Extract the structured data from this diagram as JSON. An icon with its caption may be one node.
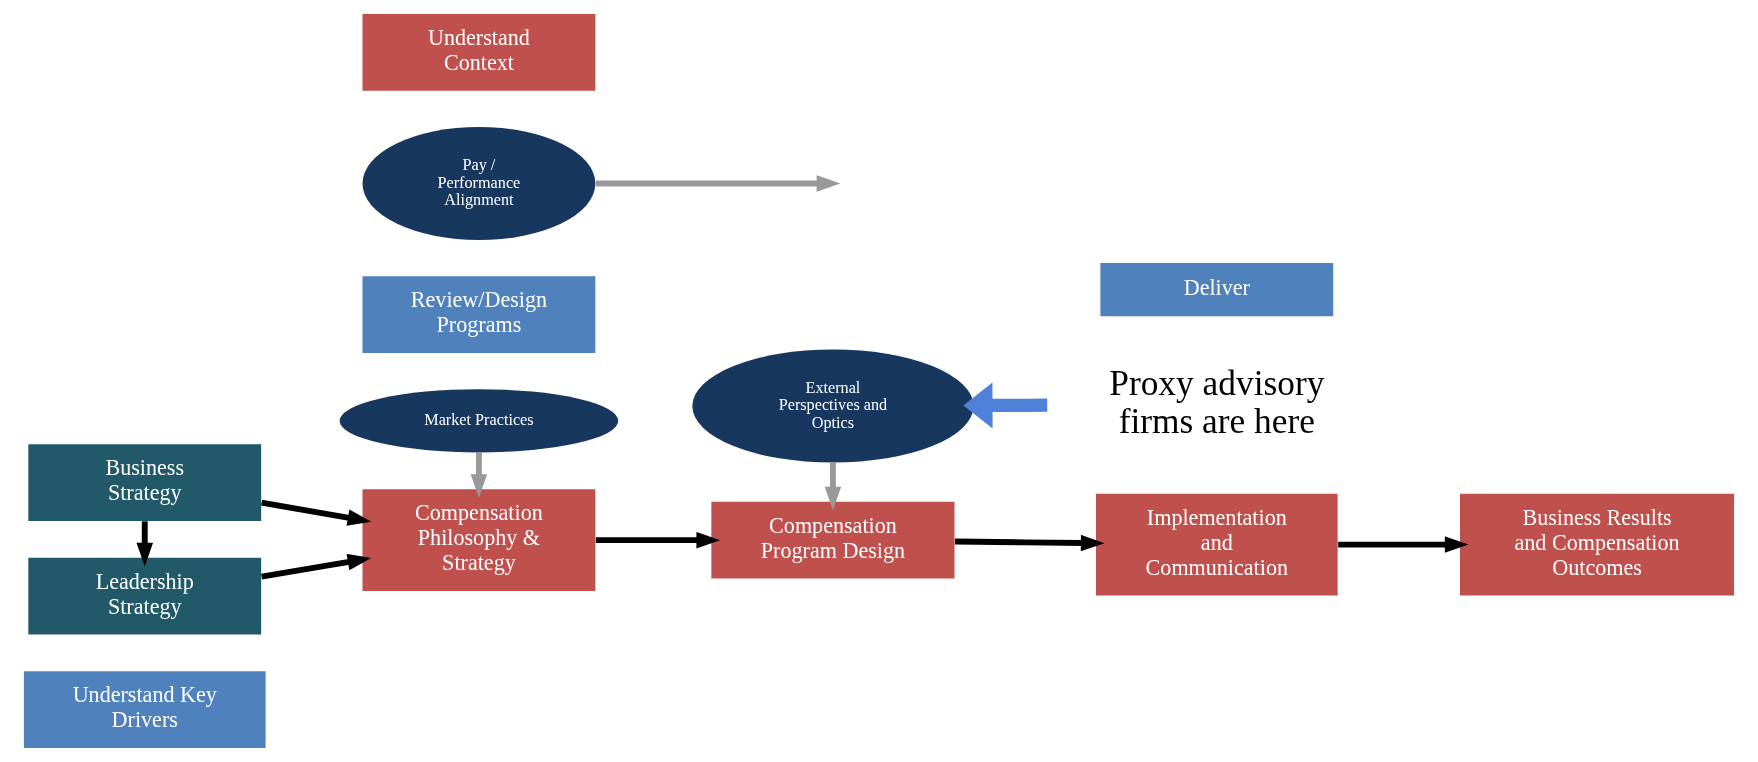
{
  "diagram": {
    "nodes": [
      {
        "text": [
          "Understand Key Drivers"
        ]
      },
      {
        "text": [
          "Business Strategy"
        ]
      },
      {
        "text": [
          "Leadership Strategy"
        ]
      },
      {
        "text": [
          "Review/Design Programs"
        ]
      },
      {
        "text": [
          "Deliver"
        ]
      },
      {
        "text": [
          "Compensation Philosophy & Strategy"
        ]
      },
      {
        "text": [
          "Compensation Program Design"
        ]
      },
      {
        "text": [
          "Implementation and Communication"
        ]
      },
      {
        "text": [
          "Business Results and Compensation Outcomes"
        ]
      },
      {
        "text": [
          "Market Practices"
        ]
      },
      {
        "text": [
          "Pay / Performance Alignment"
        ]
      },
      {
        "text": [
          "External Perspectives and Optics"
        ]
      },
      {
        "text": [
          "Understand Context"
        ]
      },
      {
        "text": [
          "Proxy advisory firms are here"
        ]
      }
    ],
    "edges": [
      {
        "from": 1,
        "to": 5,
        "arrow": "to"
      },
      {
        "from": 2,
        "to": 5,
        "arrow": "to"
      },
      {
        "from": 1,
        "to": 2,
        "arrow": "to"
      },
      {
        "from": 5,
        "to": 6,
        "arrow": "to"
      },
      {
        "from": 6,
        "to": 7,
        "arrow": "to"
      },
      {
        "from": 7,
        "to": 8,
        "arrow": "to"
      },
      {
        "from": 9,
        "to": 5,
        "arrow": "to",
        "color": "#999999"
      },
      {
        "from": 10,
        "to": null,
        "arrow": "to",
        "color": "#999999"
      },
      {
        "from": 11,
        "to": 6,
        "arrow": "to",
        "color": "#999999"
      },
      {
        "from": 13,
        "to": 11,
        "arrow": "to",
        "color": "#4f81d9",
        "style": "thick"
      }
    ]
  }
}
